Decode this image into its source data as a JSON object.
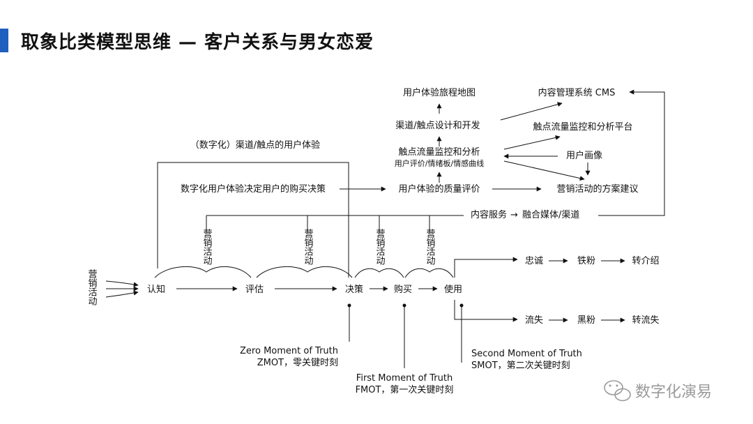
{
  "title": "取象比类模型思维 — 客户关系与男女恋爱",
  "colors": {
    "accent": "#1f5fbf",
    "line": "#111111",
    "watermark": "#9a9a9a"
  },
  "nodes": {
    "journey_map": "用户体验旅程地图",
    "cms": "内容管理系统 CMS",
    "channel_design": "渠道/触点设计和开发",
    "touchpoint_platform": "触点流量监控和分析平台",
    "digital_channel": "（数字化）渠道/触点的用户体验",
    "touchpoint_monitor": "触点流量监控和分析",
    "touchpoint_sub": "用户评价/情绪板/情感曲线",
    "persona": "用户画像",
    "digital_decision": "数字化用户体验决定用户的购买决策",
    "quality": "用户体验的质量评价",
    "marketing_plan": "营销活动的方案建议",
    "content_service": "内容服务",
    "fusion_media": "融合媒体/渠道",
    "marketing_activity": "营销活动",
    "awareness": "认知",
    "evaluate": "评估",
    "decide": "决策",
    "purchase": "购买",
    "use": "使用",
    "loyal": "忠诚",
    "iron_fan": "铁粉",
    "referral": "转介绍",
    "churn": "流失",
    "black_fan": "黑粉",
    "turn_churn": "转流失"
  },
  "moments": {
    "zmot_en": "Zero Moment of Truth",
    "zmot_cn": "ZMOT，零关键时刻",
    "fmot_en": "First Moment of Truth",
    "fmot_cn": "FMOT，第一次关键时刻",
    "smot_en": "Second Moment of Truth",
    "smot_cn": "SMOT，第二次关键时刻"
  },
  "watermark": {
    "text": "数字化演易",
    "icon": "wechat-icon"
  }
}
